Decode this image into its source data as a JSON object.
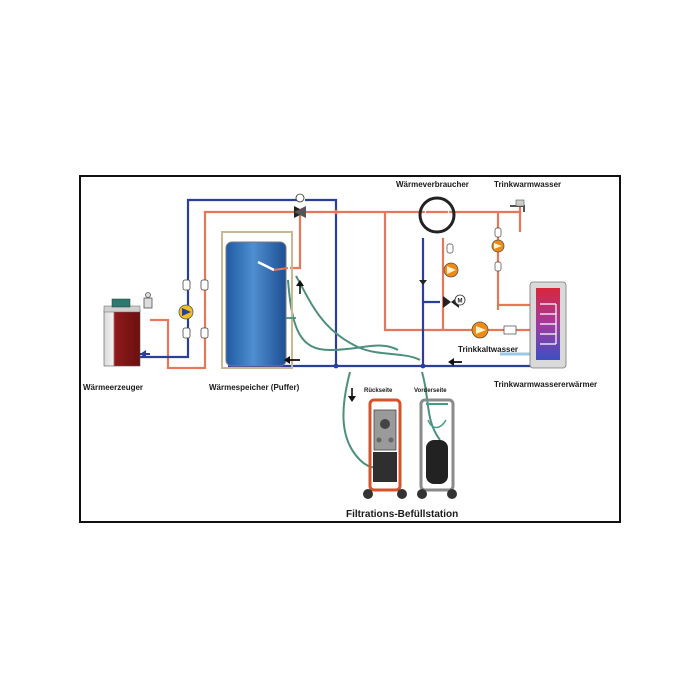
{
  "labels": {
    "heat_generator": "Wärmeerzeuger",
    "buffer_tank": "Wärmespeicher (Puffer)",
    "heat_consumer": "Wärmeverbraucher",
    "hot_drinking_water": "Trinkwarmwasser",
    "cold_drinking_water": "Trinkkaltwasser",
    "water_heater": "Trinkwarmwassererwärmer",
    "filtration_station": "Filtrations-Befüllstation",
    "back_side": "Rückseite",
    "front_side": "Vorderseite"
  },
  "colors": {
    "supply_pipe": "#e8765a",
    "return_pipe": "#2a3f9a",
    "buffer_tank": "#2f6db5",
    "generator": "#9c1c1c",
    "hose": "#4d8f7f",
    "pump": "#f08a10"
  }
}
